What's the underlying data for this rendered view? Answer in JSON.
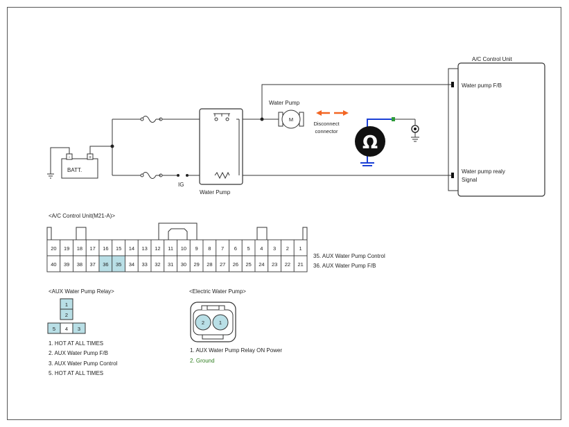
{
  "schematic": {
    "acu_title": "A/C Control Unit",
    "acu_pin_fb": "Water pump F/B",
    "acu_pin_relay_line1": "Water pump realy",
    "acu_pin_relay_line2": "Signal",
    "battery": "BATT.",
    "battery_minus": "-",
    "battery_plus": "+",
    "ig": "IG",
    "relay_label": "Water Pump",
    "pump_label": "Water Pump",
    "motor": "M",
    "disconnect_line1": "Disconnect",
    "disconnect_line2": "connector",
    "ohm": "Ω"
  },
  "acu_connector": {
    "title": "<A/C Control Unit(M21-A)>",
    "top_row": [
      "20",
      "19",
      "18",
      "17",
      "16",
      "15",
      "14",
      "13",
      "12",
      "11",
      "10",
      "9",
      "8",
      "7",
      "6",
      "5",
      "4",
      "3",
      "2",
      "1"
    ],
    "bottom_row": [
      "40",
      "39",
      "38",
      "37",
      "36",
      "35",
      "34",
      "33",
      "32",
      "31",
      "30",
      "29",
      "28",
      "27",
      "26",
      "25",
      "24",
      "23",
      "22",
      "21"
    ],
    "highlighted": [
      "36",
      "35"
    ],
    "notes": [
      "35. AUX Water Pump Control",
      "36. AUX Water Pump F/B"
    ]
  },
  "relay_connector": {
    "title": "<AUX Water Pump Relay>",
    "pins": [
      "1",
      "2",
      "5",
      "4",
      "3"
    ],
    "notes": [
      "1. HOT AT ALL TIMES",
      "2. AUX Water Pump F/B",
      "3. AUX Water Pump Control",
      "5. HOT AT ALL TIMES"
    ]
  },
  "pump_connector": {
    "title": "<Electric Water Pump>",
    "pins": [
      "2",
      "1"
    ],
    "notes": [
      "1. AUX Water Pump Relay ON Power",
      "2. Ground"
    ]
  },
  "colors": {
    "highlight": "#b9dfe6",
    "ground_note": "#2e7d1e",
    "arrow": "#f26522",
    "probe_wire": "#1a3fd6",
    "probe_tip": "#2e9b3a"
  }
}
